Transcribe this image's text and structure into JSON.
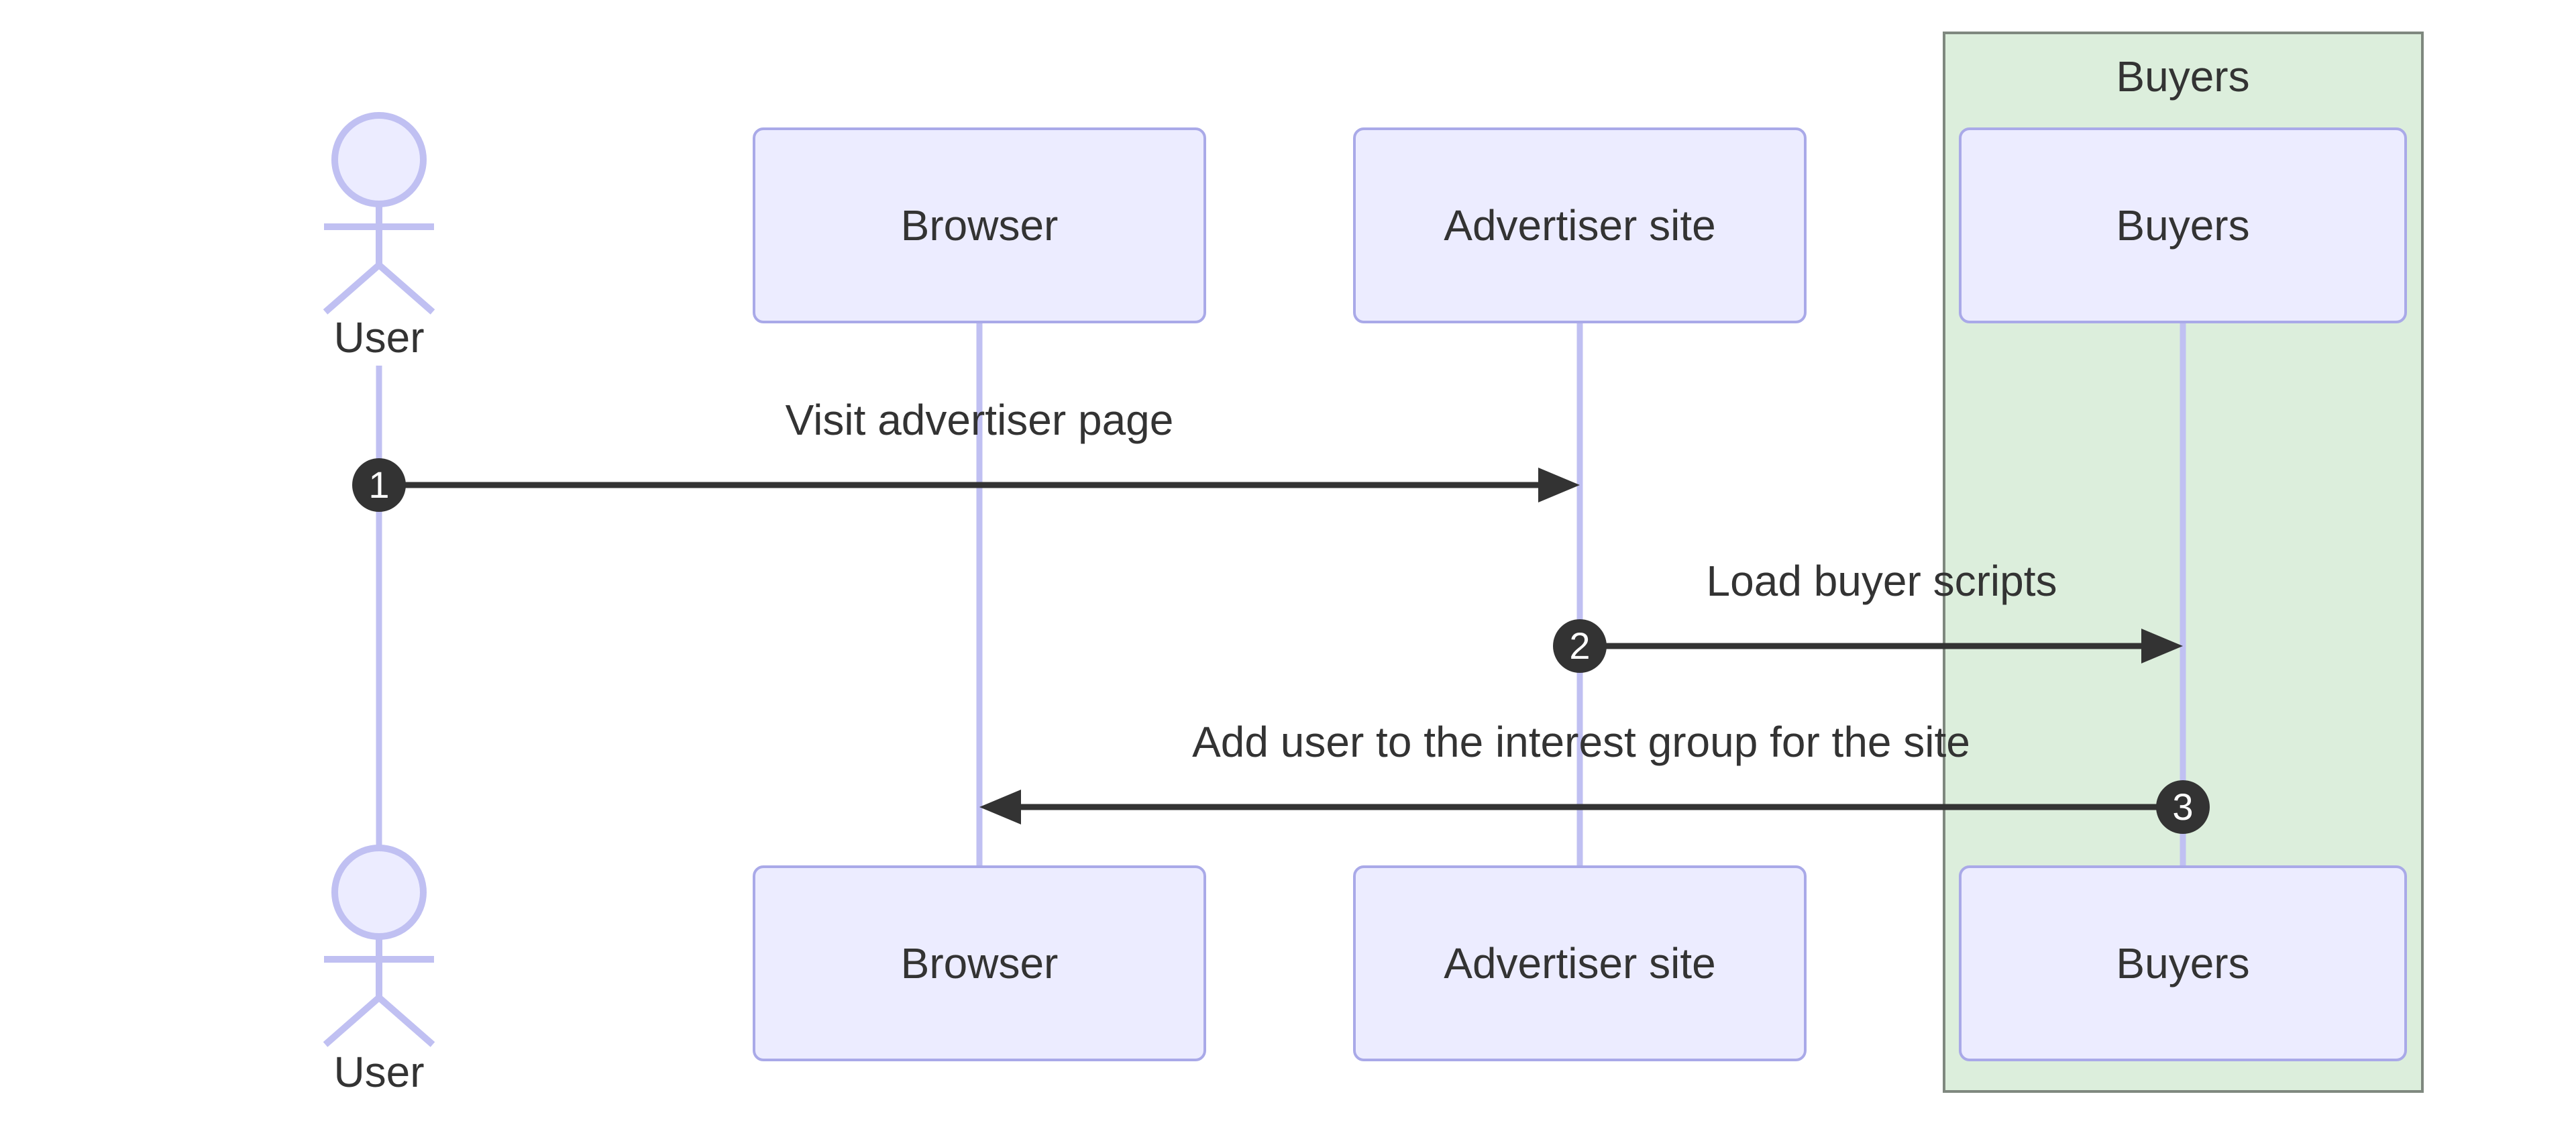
{
  "diagram": {
    "type": "sequence",
    "group": {
      "label": "Buyers"
    },
    "actors": [
      {
        "label": "User",
        "kind": "actor"
      },
      {
        "label": "Browser",
        "kind": "participant"
      },
      {
        "label": "Advertiser site",
        "kind": "participant"
      },
      {
        "label": "Buyers",
        "kind": "participant",
        "group": "Buyers"
      }
    ],
    "messages": [
      {
        "seq": "1",
        "from": "User",
        "to": "Advertiser site",
        "label": "Visit advertiser page"
      },
      {
        "seq": "2",
        "from": "Advertiser site",
        "to": "Buyers",
        "label": "Load buyer scripts"
      },
      {
        "seq": "3",
        "from": "Buyers",
        "to": "Browser",
        "label": "Add user to the interest group for the site"
      }
    ],
    "colors": {
      "background": "#FFFFFF",
      "participant_fill": "#ECECFF",
      "participant_border": "#A9A9E8",
      "lifeline": "#C0C0F2",
      "group_fill": "#DCEEDC",
      "group_border": "#7F887F",
      "message_line": "#333333",
      "text": "#333333",
      "sequence_number_fill": "#333333",
      "sequence_number_text": "#FFFFFF"
    }
  }
}
